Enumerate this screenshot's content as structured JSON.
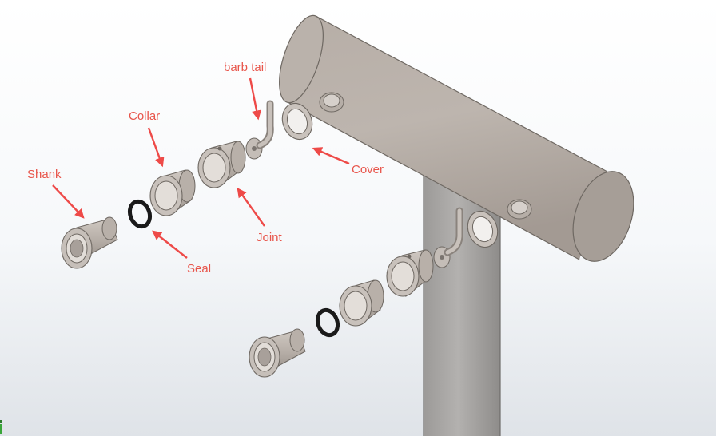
{
  "callouts": {
    "shank": "Shank",
    "collar": "Collar",
    "barb_tail": "barb tail",
    "joint": "Joint",
    "cover": "Cover",
    "seal": "Seal"
  },
  "colors": {
    "label": "#e8554b",
    "arrow": "#ee4a48",
    "metal": "#b9b1aa",
    "pipe": "#a9a4a0",
    "seal": "#1a1a1a"
  }
}
